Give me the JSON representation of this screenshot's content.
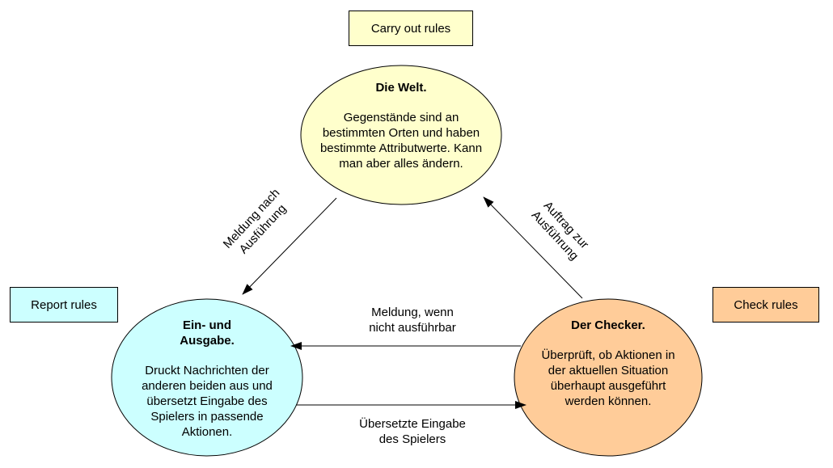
{
  "rule_boxes": {
    "carry_out": "Carry out rules",
    "report": "Report rules",
    "check": "Check rules"
  },
  "nodes": {
    "world": {
      "title": "Die Welt.",
      "body": "Gegenstände sind an bestimmten Orten und haben bestimmte Attributwerte. Kann man aber alles ändern."
    },
    "io": {
      "title": "Ein- und Ausgabe.",
      "body": "Druckt Nachrichten der anderen beiden aus und übersetzt Eingabe des Spielers in passende Aktionen."
    },
    "checker": {
      "title": "Der Checker.",
      "body": "Überprüft, ob Aktionen in der aktuellen Situation überhaupt ausgeführt werden können."
    }
  },
  "edges": {
    "world_to_io": {
      "line1": "Meldung nach",
      "line2": "Ausführung"
    },
    "checker_to_world": {
      "line1": "Auftrag zur",
      "line2": "Ausführung"
    },
    "checker_to_io": {
      "line1": "Meldung, wenn",
      "line2": "nicht ausführbar"
    },
    "io_to_checker": {
      "line1": "Übersetzte Eingabe",
      "line2": "des Spielers"
    }
  },
  "colors": {
    "world_fill": "#ffffcc",
    "io_fill": "#ccffff",
    "checker_fill": "#ffcc99",
    "carry_out_box": "#ffffcc",
    "report_box": "#ccffff",
    "check_box": "#ffcc99"
  }
}
